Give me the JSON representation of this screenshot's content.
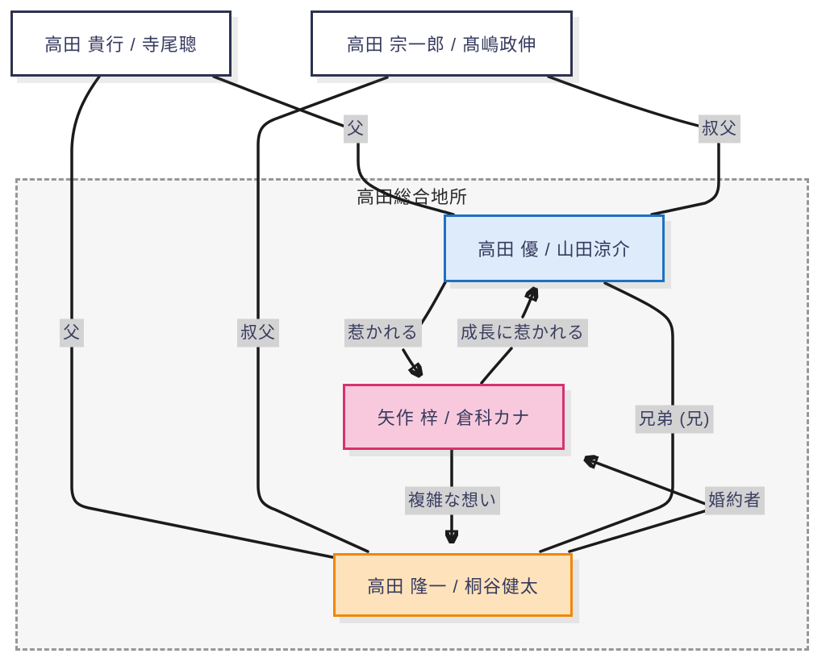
{
  "diagram": {
    "type": "flowchart-relationship-chart",
    "subgraph": {
      "label": "高田総合地所"
    },
    "nodes": [
      {
        "id": "takayuki",
        "label": "高田 貴行 / 寺尾聰"
      },
      {
        "id": "soichiro",
        "label": "高田 宗一郎 / 髙嶋政伸"
      },
      {
        "id": "yu",
        "label": "高田 優 / 山田涼介"
      },
      {
        "id": "azusa",
        "label": "矢作 梓 / 倉科カナ"
      },
      {
        "id": "ryuichi",
        "label": "高田 隆一 / 桐谷健太"
      }
    ],
    "edges": [
      {
        "from": "takayuki",
        "to": "yu",
        "label": "父",
        "arrow": false
      },
      {
        "from": "soichiro",
        "to": "yu",
        "label": "叔父",
        "arrow": false
      },
      {
        "from": "takayuki",
        "to": "ryuichi",
        "label": "父",
        "arrow": false
      },
      {
        "from": "soichiro",
        "to": "ryuichi",
        "label": "叔父",
        "arrow": false
      },
      {
        "from": "yu",
        "to": "azusa",
        "label": "惹かれる",
        "arrow": true
      },
      {
        "from": "azusa",
        "to": "yu",
        "label": "成長に惹かれる",
        "arrow": true
      },
      {
        "from": "yu",
        "to": "ryuichi",
        "label": "兄弟 (兄)",
        "arrow": false
      },
      {
        "from": "azusa",
        "to": "ryuichi",
        "label": "複雑な想い",
        "arrow": true
      },
      {
        "from": "ryuichi",
        "to": "azusa",
        "label": "婚約者",
        "arrow": true
      }
    ],
    "colors": {
      "node_border_default": "#2d3150",
      "node_fill_default": "#ffffff",
      "node_text": "#363a5e",
      "yu_border": "#1f70c1",
      "yu_fill": "#ddebfa",
      "azusa_border": "#d6336c",
      "azusa_fill": "#f8c9dc",
      "ryuichi_border": "#f08705",
      "ryuichi_fill": "#fde2bb",
      "edge_line": "#1b1b1b",
      "edge_label_bg": "#d3d3d3",
      "subgraph_fill": "#f6f6f7",
      "subgraph_border": "#979797"
    }
  }
}
